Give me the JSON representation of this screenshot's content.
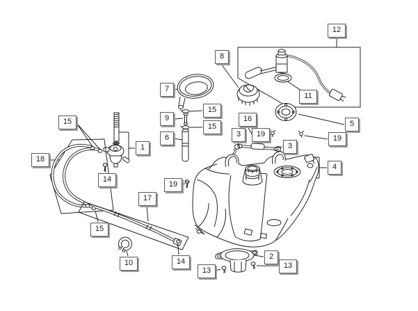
{
  "diagram": {
    "kind": "exploded-parts-diagram",
    "subject": "fuel-tank-assembly",
    "callouts": [
      {
        "label": "12"
      },
      {
        "label": "8"
      },
      {
        "label": "7"
      },
      {
        "label": "11"
      },
      {
        "label": "5"
      },
      {
        "label": "15"
      },
      {
        "label": "9"
      },
      {
        "label": "15"
      },
      {
        "label": "15"
      },
      {
        "label": "6"
      },
      {
        "label": "16"
      },
      {
        "label": "3"
      },
      {
        "label": "19"
      },
      {
        "label": "3"
      },
      {
        "label": "19"
      },
      {
        "label": "18"
      },
      {
        "label": "1"
      },
      {
        "label": "14"
      },
      {
        "label": "4"
      },
      {
        "label": "19"
      },
      {
        "label": "17"
      },
      {
        "label": "15"
      },
      {
        "label": "10"
      },
      {
        "label": "14"
      },
      {
        "label": "13"
      },
      {
        "label": "2"
      },
      {
        "label": "13"
      }
    ]
  },
  "colors": {
    "line": "#222222",
    "background": "#ffffff",
    "label_bg": "#fdfdfd",
    "label_border": "#5a5a5a",
    "label_shadow": "#9e9e9e",
    "label_text": "#1c1c1c"
  }
}
